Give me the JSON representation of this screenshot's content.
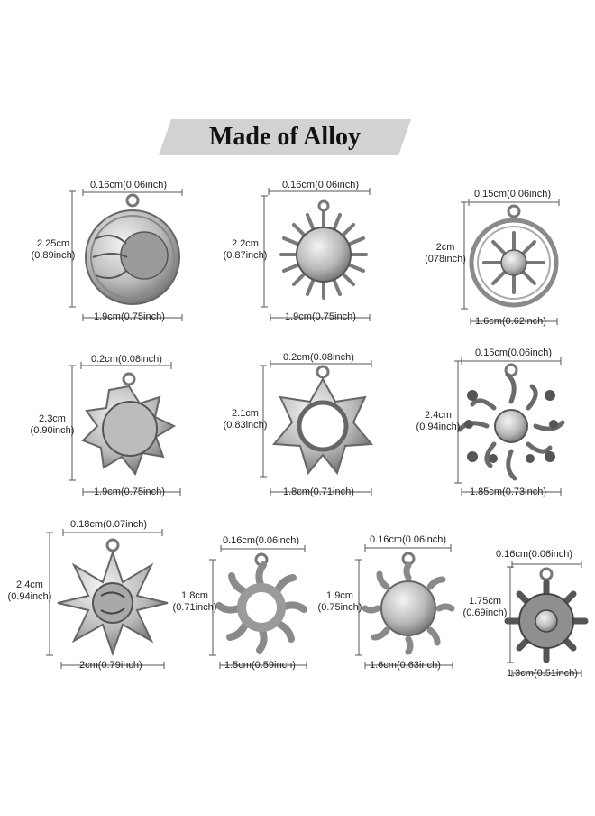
{
  "banner": {
    "text": "Made of Alloy"
  },
  "charms": [
    {
      "loop": "0.16cm(0.06inch)",
      "height_in": "2.25cm\n(0.89inch)",
      "width": "1.9cm(0.75inch)"
    },
    {
      "loop": "0.16cm(0.06inch)",
      "height_in": "2.2cm\n(0.87inch)",
      "width": "1.9cm(0.75inch)"
    },
    {
      "loop": "0.15cm(0.06inch)",
      "height_in": "2cm\n(078inch)",
      "width": "1.6cm(0.62inch)"
    },
    {
      "loop": "0.2cm(0.08inch)",
      "height_in": "2.3cm\n(0.90inch)",
      "width": "1.9cm(0.75inch)"
    },
    {
      "loop": "0.2cm(0.08inch)",
      "height_in": "2.1cm\n(0.83inch)",
      "width": "1.8cm(0.71inch)"
    },
    {
      "loop": "0.15cm(0.06inch)",
      "height_in": "2.4cm\n(0.94inch)",
      "width": "1.85cm(0.73inch)"
    },
    {
      "loop": "0.18cm(0.07inch)",
      "height_in": "2.4cm\n(0.94inch)",
      "width": "2cm(0.79inch)"
    },
    {
      "loop": "0.16cm(0.06inch)",
      "height_in": "1.8cm\n(0.71inch)",
      "width": "1.5cm(0.59inch)"
    },
    {
      "loop": "0.16cm(0.06inch)",
      "height_in": "1.9cm\n(0.75inch)",
      "width": "1.6cm(0.63inch)"
    },
    {
      "loop": "0.16cm(0.06inch)",
      "height_in": "1.75cm\n(0.69inch)",
      "width": "1.3cm(0.51inch)"
    }
  ]
}
